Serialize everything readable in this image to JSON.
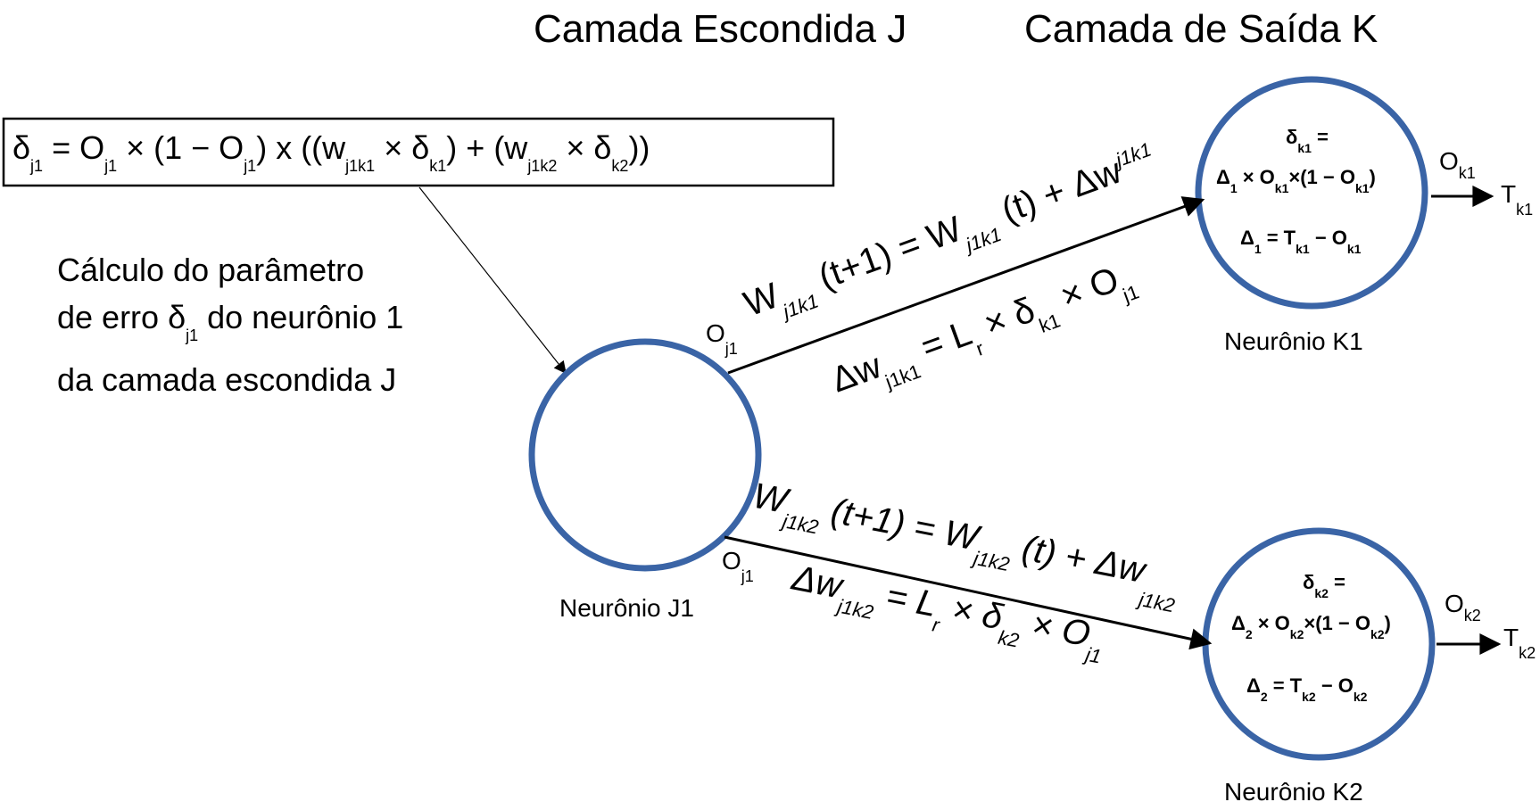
{
  "headers": {
    "hidden_layer": "Camada Escondida J",
    "output_layer": "Camada de Saída K"
  },
  "formula_box": {
    "delta": "δ",
    "delta_sub": "j1",
    "eq": " =  O",
    "o_sub": "j1",
    "times1": " × (1 − O",
    "o2_sub": "j1",
    "paren": ") x ((w",
    "w1_sub": "j1k1",
    "times2": " × δ",
    "d1_sub": "k1",
    "plus": ") + (w",
    "w2_sub": "j1k2",
    "times3": " × δ",
    "d2_sub": "k2",
    "end": "))"
  },
  "description": {
    "line1": "Cálculo do parâmetro",
    "line2_a": "de erro δ",
    "line2_sub": "j1",
    "line2_b": " do neurônio 1",
    "line3": "da camada escondida J"
  },
  "neurons": {
    "j1": {
      "label": "Neurônio J1"
    },
    "k1": {
      "label": "Neurônio  K1",
      "line1_a": "δ",
      "line1_sub": "k1",
      "line1_b": " =",
      "line2_a": "Δ",
      "line2_s1": "1",
      "line2_b": " × O",
      "line2_s2": "k1",
      "line2_c": "×(1 − O",
      "line2_s3": "k1",
      "line2_d": ")",
      "line3_a": "Δ",
      "line3_s1": "1",
      "line3_b": " = T",
      "line3_s2": "k1",
      "line3_c": " − O",
      "line3_s3": "k1"
    },
    "k2": {
      "label": "Neurônio K2",
      "line1_a": "δ",
      "line1_sub": "k2",
      "line1_b": " =",
      "line2_a": "Δ",
      "line2_s1": "2",
      "line2_b": " × O",
      "line2_s2": "k2",
      "line2_c": "×(1 − O",
      "line2_s3": "k2",
      "line2_d": ")",
      "line3_a": "Δ",
      "line3_s1": "2",
      "line3_b": " = T",
      "line3_s2": "k2",
      "line3_c": " − O",
      "line3_s3": "k2"
    }
  },
  "outputs": {
    "ok1": "O",
    "ok1_sub": "k1",
    "tk1": "T",
    "tk1_sub": "k1",
    "ok2": "O",
    "ok2_sub": "k2",
    "tk2": "T",
    "tk2_sub": "k2",
    "oj1_top": "O",
    "oj1_top_sub": "j1",
    "oj1_bottom": "O",
    "oj1_bottom_sub": "j1"
  },
  "edge_top": {
    "upd_a": "W",
    "upd_s1": "j1k1",
    "upd_b": " (t+1) = W",
    "upd_s2": "j1k1",
    "upd_c": " (t) + Δw",
    "upd_s3": "j1k1",
    "dw_a": "Δw",
    "dw_s1": "j1k1",
    "dw_b": " = L",
    "dw_s2": "r",
    "dw_c": " × δ",
    "dw_s3": "k1",
    "dw_d": " × O",
    "dw_s4": "j1"
  },
  "edge_bottom": {
    "upd_a": "W",
    "upd_s1": "j1k2",
    "upd_b": " (t+1) = W",
    "upd_s2": "j1k2",
    "upd_c": " (t) + Δw",
    "upd_s3": "j1k2",
    "dw_a": "Δw",
    "dw_s1": "j1k2",
    "dw_b": " = L",
    "dw_s2": "r",
    "dw_c": " × δ",
    "dw_s3": "k2",
    "dw_d": " × O",
    "dw_s4": "j1"
  },
  "colors": {
    "neuron_stroke": "#3a64a6",
    "line": "#000000"
  }
}
